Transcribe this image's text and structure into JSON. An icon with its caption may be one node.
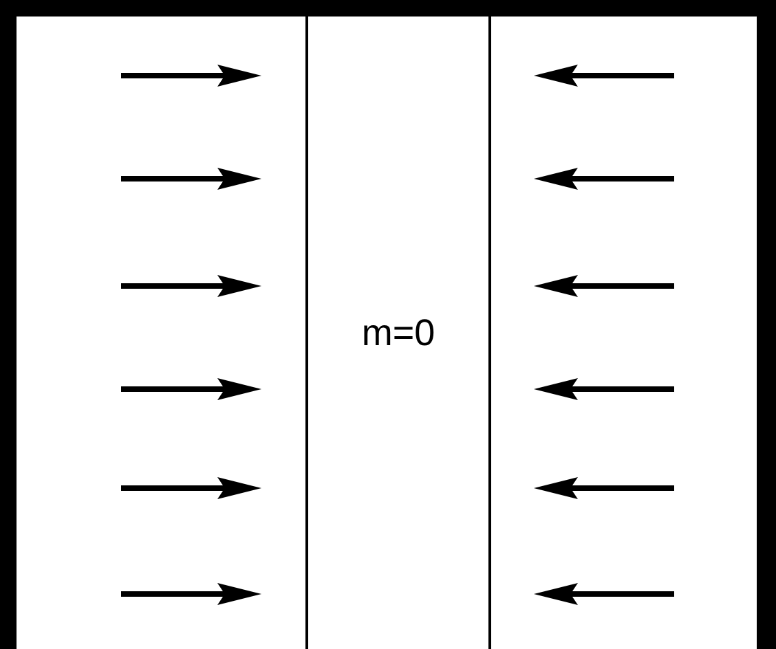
{
  "diagram": {
    "nodes": [
      {
        "text": [],
        "shape": "box"
      },
      {
        "text": [
          "m=0"
        ]
      },
      {
        "text": [],
        "shape": "box"
      }
    ]
  }
}
